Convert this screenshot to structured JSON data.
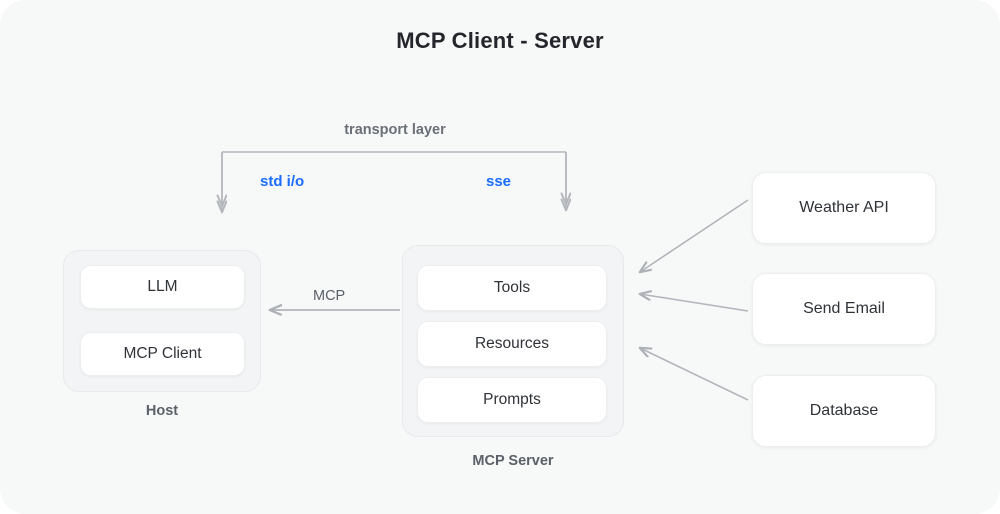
{
  "diagram": {
    "title": "MCP Client - Server",
    "background_color": "#f7f8f8",
    "accent_color": "#1a6dff",
    "transport": {
      "label": "transport layer",
      "protocols": [
        {
          "name": "std i/o"
        },
        {
          "name": "sse"
        }
      ]
    },
    "host": {
      "caption": "Host",
      "cards": [
        {
          "label": "LLM"
        },
        {
          "label": "MCP Client"
        }
      ]
    },
    "server": {
      "caption": "MCP Server",
      "cards": [
        {
          "label": "Tools"
        },
        {
          "label": "Resources"
        },
        {
          "label": "Prompts"
        }
      ]
    },
    "services": [
      {
        "label": "Weather API"
      },
      {
        "label": "Send Email"
      },
      {
        "label": "Database"
      }
    ],
    "edges": [
      {
        "label": "MCP"
      }
    ]
  }
}
